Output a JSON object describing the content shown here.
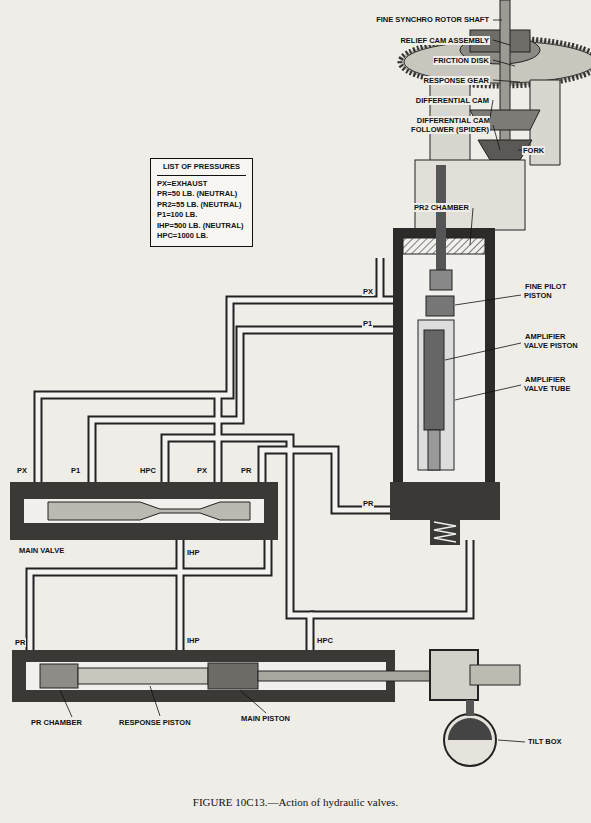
{
  "diagram": {
    "caption": "FIGURE 10C13.—Action of hydraulic valves.",
    "nodes": [
      {
        "text": [
          "LIST OF PRESSURES",
          "PX=EXHAUST",
          "PR=50 LB. (NEUTRAL)",
          "PR2=55 LB. (NEUTRAL)",
          "P1=100 LB.",
          "IHP=500 LB. (NEUTRAL)",
          "HPC=1000 LB."
        ]
      }
    ],
    "labels": [
      "FINE SYNCHRO ROTOR SHAFT",
      "RELIEF CAM ASSEMBLY",
      "FRICTION DISK",
      "RESPONSE GEAR",
      "DIFFERENTIAL CAM",
      "DIFFERENTIAL CAM FOLLOWER (SPIDER)",
      "FORK",
      "PR2 CHAMBER",
      "FINE PILOT PISTON",
      "AMPLIFIER VALVE PISTON",
      "AMPLIFIER VALVE TUBE",
      "PX",
      "P1",
      "PR",
      "PX",
      "P1",
      "HPC",
      "PX",
      "PR",
      "MAIN VALVE",
      "IHP",
      "IHP",
      "HPC",
      "PR",
      "PR CHAMBER",
      "RESPONSE PISTON",
      "MAIN PISTON",
      "TILT BOX"
    ]
  }
}
